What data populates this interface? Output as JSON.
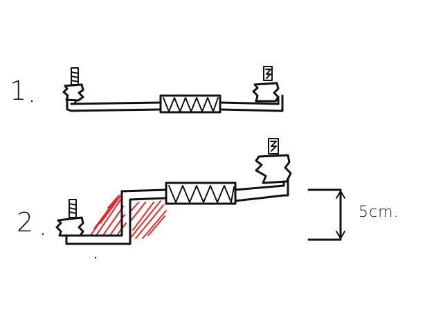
{
  "figures": [
    {
      "label": "1"
    },
    {
      "label": "2"
    }
  ],
  "dimension": {
    "label": "5cm."
  },
  "colors": {
    "ink": "#111111",
    "hatch": "#e8282a",
    "background": "#ffffff"
  }
}
